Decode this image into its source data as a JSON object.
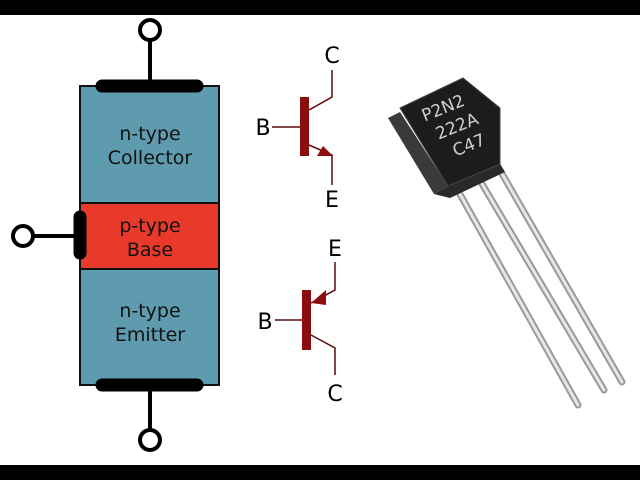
{
  "layers": {
    "collector": {
      "line1": "n-type",
      "line2": "Collector",
      "color": "#5f9bae"
    },
    "base": {
      "line1": "p-type",
      "line2": "Base",
      "color": "#e8392a"
    },
    "emitter": {
      "line1": "n-type",
      "line2": "Emitter",
      "color": "#5f9bae"
    }
  },
  "npn_symbol": {
    "base": "B",
    "collector": "C",
    "emitter": "E",
    "color": "#8b0d0d"
  },
  "pnp_symbol": {
    "base": "B",
    "collector": "C",
    "emitter": "E",
    "color": "#8b0d0d"
  },
  "component_marking": {
    "line1": "P2N2",
    "line2": "222A",
    "line3": "C47"
  }
}
